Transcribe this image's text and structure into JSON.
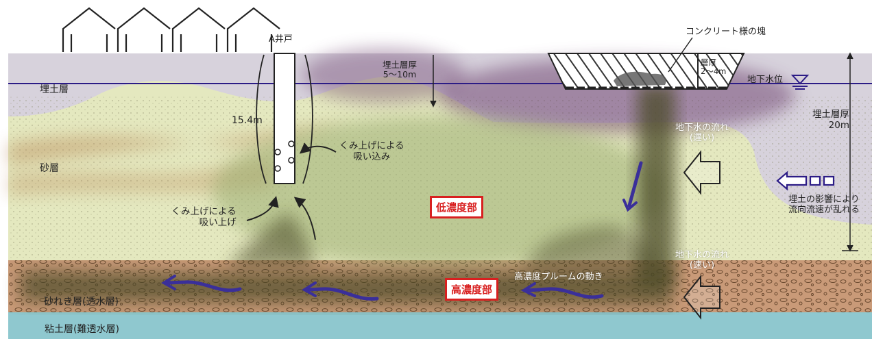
{
  "labels": {
    "well": "A井戸",
    "concrete": "コンクリート様の塊",
    "fill_thickness_top": "埋土層厚",
    "fill_thickness_top_value": "5～10m",
    "layer_thickness": "層厚",
    "layer_thickness_value": "2～4m",
    "groundwater_level": "地下水位",
    "fill_thickness_right": "埋土層厚",
    "fill_thickness_right_value": "20m",
    "fill_layer": "埋土層",
    "sand_layer": "砂層",
    "gravel_layer": "砂れき層(透水層)",
    "clay_layer": "粘土層(難透水層)",
    "depth": "15.4m",
    "suction_in_1": "くみ上げによる",
    "suction_in_2": "吸い込み",
    "pump_up_1": "くみ上げによる",
    "pump_up_2": "吸い上げ",
    "low_concentration": "低濃度部",
    "high_concentration": "高濃度部",
    "plume_movement": "高濃度プルームの動き",
    "gw_flow_slow_1": "地下水の流れ",
    "gw_flow_slow_2": "(遅い)",
    "gw_flow_fast_1": "地下水の流れ",
    "gw_flow_fast_2": "(速い)",
    "fill_influence_1": "埋土の影響により",
    "fill_influence_2": "流向流速が乱れる"
  },
  "colors": {
    "fill_layer": "#d7d2dc",
    "sand_layer": "#e4e8bf",
    "gravel_layer": "#c99a78",
    "clay_layer": "#8fc8cf",
    "plume": "#4a4a26",
    "arrows_blue": "#3a2f9a",
    "high_low_box": "#d82020"
  },
  "icons": [
    "house-icon",
    "groundwater-level-icon",
    "flow-arrow-icon"
  ]
}
